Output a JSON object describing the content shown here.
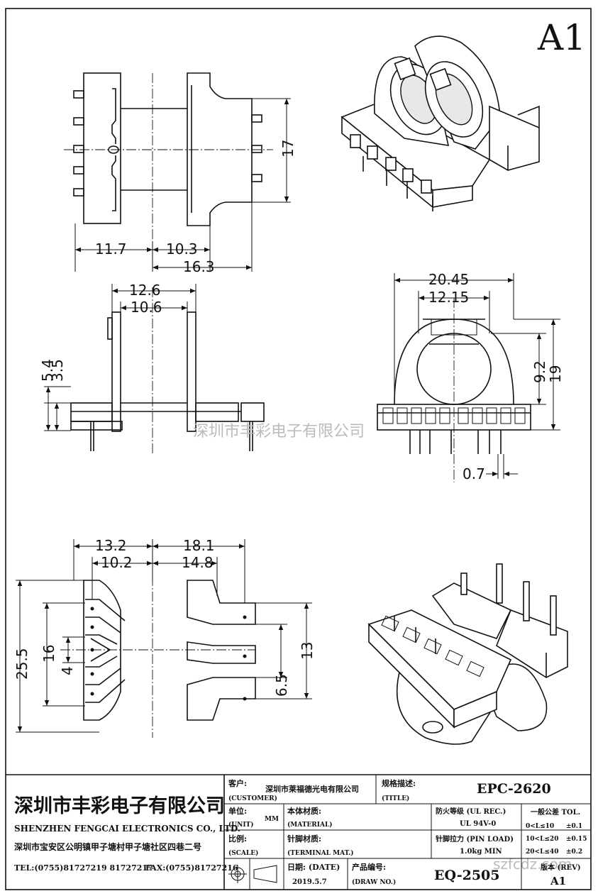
{
  "sheet": {
    "revision_badge": "A1",
    "part_no": "EPC-2620"
  },
  "dims": {
    "d_11_7": "11.7",
    "d_10_3": "10.3",
    "d_16_3": "16.3",
    "d_17": "17",
    "d_12_6": "12.6",
    "d_10_6": "10.6",
    "d_5_4": "5.4",
    "d_3_5": "3.5",
    "d_20_45": "20.45",
    "d_12_15": "12.15",
    "d_9_2": "9.2",
    "d_19": "19",
    "d_0_7": "0.7",
    "d_13_2": "13.2",
    "d_10_2": "10.2",
    "d_18_1": "18.1",
    "d_14_8": "14.8",
    "d_25_5": "25.5",
    "d_16": "16",
    "d_4": "4",
    "d_6_5": "6.5",
    "d_13": "13"
  },
  "watermark": {
    "company": "深圳市丰彩电子有限公司",
    "site": "szfcdz.com"
  },
  "title_block": {
    "company_cn": "深圳市丰彩电子有限公司",
    "company_en": "SHENZHEN FENGCAI ELECTRONICS CO., LTD.",
    "address": "深圳市宝安区公明镇甲子塘村甲子塘社区四巷二号",
    "tel": "TEL:(0755)81727219  81727217",
    "fax": "FAX:(0755)81727216",
    "customer_label": "客户:",
    "customer_label_en": "(CUSTOMER)",
    "customer_value": "深圳市莱福德光电有限公司",
    "spec_label": "规格描述:",
    "spec_label_en": "(TITLE)",
    "spec_value": "EPC-2620",
    "unit_label": "单位:",
    "unit_label_en": "(UNIT)",
    "unit_value": "MM",
    "material_label": "本体材质:",
    "material_label_en": "(MATERIAL)",
    "flame_label": "防火等级 (UL REC.)",
    "flame_value": "UL 94V-0",
    "tol_label": "一般公差 TOL.",
    "tol_rows": [
      {
        "range": "0<L≤10",
        "value": "±0.1"
      },
      {
        "range": "10<L≤20",
        "value": "±0.15"
      },
      {
        "range": "20<L≤40",
        "value": "±0.2"
      }
    ],
    "scale_label": "比例:",
    "scale_label_en": "(SCALE)",
    "terminal_label": "针脚材质:",
    "terminal_label_en": "(TERMINAL MAT.)",
    "pinload_label": "针脚拉力 (PIN LOAD)",
    "pinload_value": "1.0kg MIN",
    "date_label": "日期: (DATE)",
    "date_value": "2019.5.7",
    "drawno_label": "产品编号:",
    "drawno_label_en": "(DRAW NO.)",
    "drawno_value": "EQ-2505",
    "rev_label": "版本 (REV)",
    "rev_value": "A1"
  }
}
